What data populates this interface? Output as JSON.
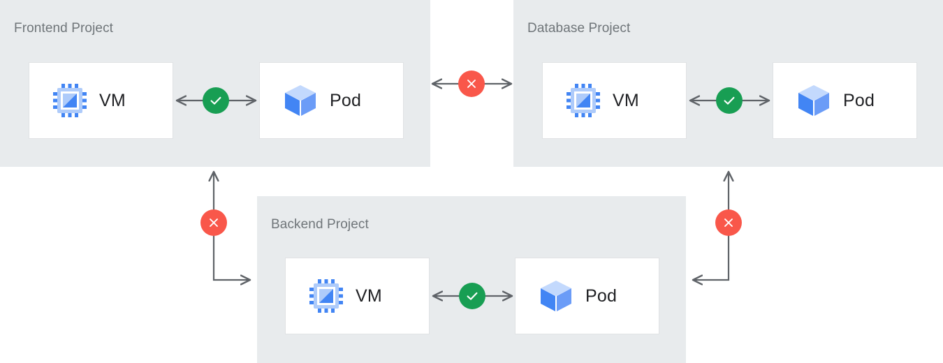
{
  "diagram": {
    "title": "Project network connectivity diagram",
    "colors": {
      "panel_bg": "#e8ebed",
      "card_bg": "#ffffff",
      "card_border": "#e0e2e4",
      "panel_title_text": "#6f7579",
      "node_label_text": "#202124",
      "connector_line": "#5f6368",
      "allowed_badge": "#189e53",
      "blocked_badge": "#f9574a",
      "vm_icon_primary": "#4285f4",
      "vm_icon_light": "#aecbfa",
      "pod_icon_top": "#c3d9fd",
      "pod_icon_left": "#4285f4",
      "pod_icon_right": "#6b9cf7"
    },
    "panels": [
      {
        "id": "frontend",
        "title": "Frontend Project",
        "nodes": [
          {
            "id": "frontend-vm",
            "label": "VM",
            "icon": "vm-chip-icon"
          },
          {
            "id": "frontend-pod",
            "label": "Pod",
            "icon": "pod-cube-icon"
          }
        ],
        "internal_link": {
          "status": "allowed",
          "icon": "check-circle-icon",
          "direction": "bidirectional"
        }
      },
      {
        "id": "database",
        "title": "Database Project",
        "nodes": [
          {
            "id": "database-vm",
            "label": "VM",
            "icon": "vm-chip-icon"
          },
          {
            "id": "database-pod",
            "label": "Pod",
            "icon": "pod-cube-icon"
          }
        ],
        "internal_link": {
          "status": "allowed",
          "icon": "check-circle-icon",
          "direction": "bidirectional"
        }
      },
      {
        "id": "backend",
        "title": "Backend Project",
        "nodes": [
          {
            "id": "backend-vm",
            "label": "VM",
            "icon": "vm-chip-icon"
          },
          {
            "id": "backend-pod",
            "label": "Pod",
            "icon": "pod-cube-icon"
          }
        ],
        "internal_link": {
          "status": "allowed",
          "icon": "check-circle-icon",
          "direction": "bidirectional"
        }
      }
    ],
    "cross_project_links": [
      {
        "id": "frontend-database",
        "from": "frontend",
        "to": "database",
        "status": "blocked",
        "icon": "x-circle-icon",
        "direction": "bidirectional"
      },
      {
        "id": "frontend-backend",
        "from": "backend",
        "to": "frontend",
        "status": "blocked",
        "icon": "x-circle-icon",
        "direction": "bidirectional"
      },
      {
        "id": "database-backend",
        "from": "backend",
        "to": "database",
        "status": "blocked",
        "icon": "x-circle-icon",
        "direction": "bidirectional"
      }
    ]
  }
}
